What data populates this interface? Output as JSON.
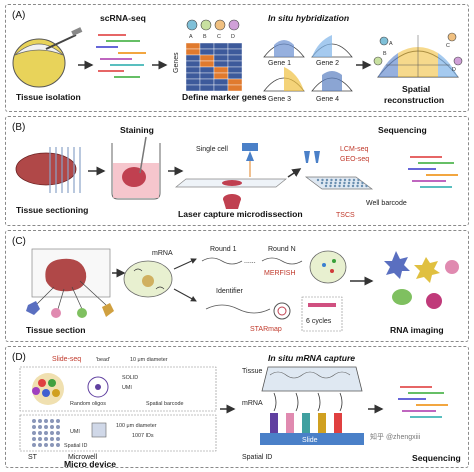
{
  "panels": {
    "a": {
      "letter": "(A)",
      "tissue_isolation": "Tissue isolation",
      "scrna_seq": "scRNA-seq",
      "define_marker_genes": "Define marker genes",
      "genes_axis": "Genes",
      "cols": [
        "A",
        "B",
        "C",
        "D"
      ],
      "in_situ_title": "In situ hybridization",
      "gene_labels": [
        "Gene 1",
        "Gene 2",
        "Gene 3",
        "Gene 4"
      ],
      "spatial": "Spatial",
      "reconstruction": "reconstruction",
      "recon_points": [
        "A",
        "B",
        "C",
        "D"
      ]
    },
    "b": {
      "letter": "(B)",
      "tissue_sectioning": "Tissue sectioning",
      "staining": "Staining",
      "single_cell": "Single cell",
      "laser_capture": "Laser capture microdissection",
      "sequencing": "Sequencing",
      "lcm_seq": "LCM-seq",
      "geo_seq": "GEO-seq",
      "well_barcode": "Well barcode",
      "tscs": "TSCS"
    },
    "c": {
      "letter": "(C)",
      "mrna": "mRNA",
      "round1": "Round 1",
      "round_n": "Round N",
      "ellipsis": "......",
      "merfish": "MERFISH",
      "identifier": "Identifier",
      "starmap": "STARmap",
      "cycles": "6 cycles",
      "tissue_section": "Tissue section",
      "rna_imaging": "RNA imaging"
    },
    "d": {
      "letter": "(D)",
      "slide_seq": "Slide-seq",
      "bead": "'bead'",
      "bead_diameter": "10 μm diameter",
      "solid": "SOLID",
      "umi": "UMI",
      "random_oligos": "Random oligos",
      "spatial_barcode": "Spatial barcode",
      "microwell_diameter": "100 μm diameter",
      "ids": "1007 IDs",
      "umi2": "UMI",
      "spatial_id": "Spatial ID",
      "st": "ST",
      "microwell": "Microwell",
      "micro_device": "Micro device",
      "in_situ_capture": "In situ mRNA capture",
      "tissue": "Tissue",
      "mrna": "mRNA",
      "slide": "Slide",
      "spatial_id2": "Spatial ID",
      "sequencing": "Sequencing",
      "watermark": "知乎 @zhengxiii"
    }
  },
  "colors": {
    "accent_red": "#c0392b",
    "tissue_yellow": "#e8d35a",
    "heatmap_blue": "#3d5a9b",
    "heatmap_orange": "#e07a2e",
    "slide_blue": "#4a80c8"
  }
}
